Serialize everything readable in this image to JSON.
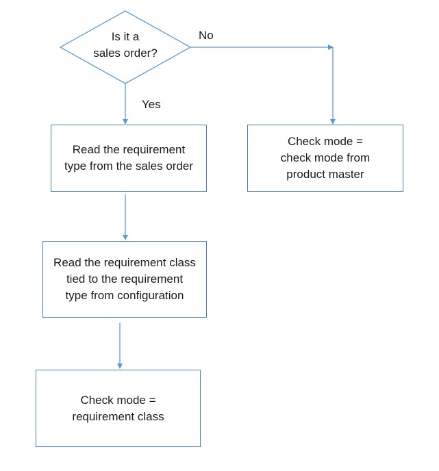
{
  "flowchart": {
    "decision": {
      "text": "Is it a\nsales order?",
      "yes_label": "Yes",
      "no_label": "No"
    },
    "steps": {
      "read_requirement_type": "Read the requirement\ntype from the sales order",
      "check_mode_product_master": "Check mode =\ncheck mode from\nproduct master",
      "read_requirement_class": "Read the requirement class\ntied to the requirement\ntype from configuration",
      "check_mode_requirement_class": "Check mode =\nrequirement class"
    },
    "colors": {
      "line": "#5b9bd5",
      "box_border": "#4a7ebb",
      "diamond_border": "#5b9bd5",
      "text": "#1a1a1a"
    }
  }
}
